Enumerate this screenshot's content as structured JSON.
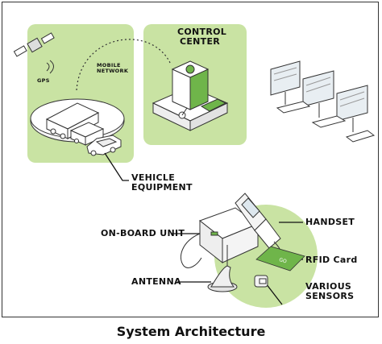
{
  "labels": {
    "control_center_1": "CONTROL",
    "control_center_2": "CENTER",
    "mobile_network_1": "MOBILE",
    "mobile_network_2": "NETWORK",
    "gps": "GPS",
    "vehicle_equipment_1": "VEHICLE",
    "vehicle_equipment_2": "EQUIPMENT",
    "handset": "HANDSET",
    "on_board_unit": "ON-BOARD UNIT",
    "rfid_card": "RFID Card",
    "antenna": "ANTENNA",
    "various_sensors_1": "VARIOUS",
    "various_sensors_2": "SENSORS"
  },
  "caption": "System Architecture",
  "colors": {
    "accent_green": "#c9e3a3",
    "dark_green": "#6fb54a",
    "outline": "#333333"
  }
}
